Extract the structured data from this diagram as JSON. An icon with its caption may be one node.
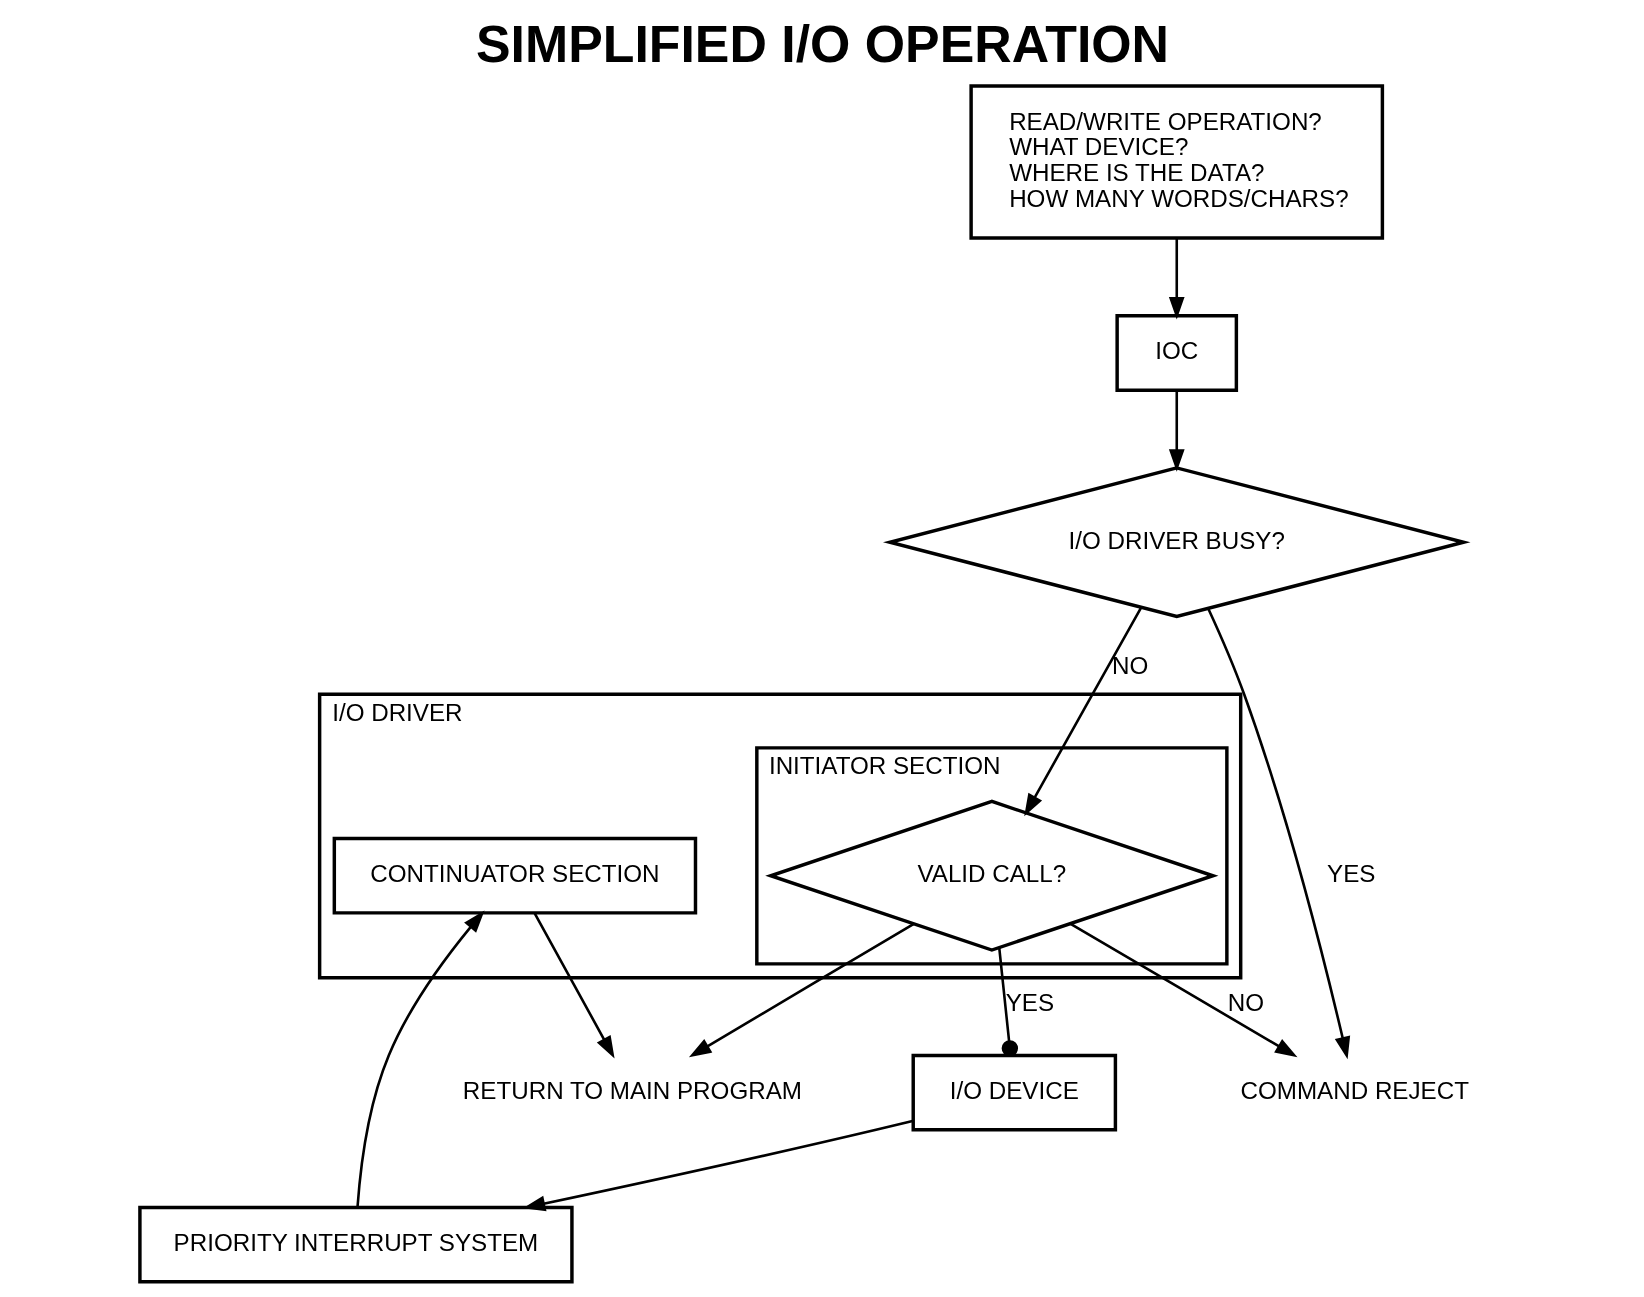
{
  "diagram": {
    "title": "SIMPLIFIED I/O OPERATION",
    "nodes": [
      {
        "text": [
          "READ/WRITE OPERATION?",
          "WHAT DEVICE?",
          "WHERE IS THE DATA?",
          "HOW MANY WORDS/CHARS?"
        ]
      },
      {
        "text": [
          "IOC"
        ]
      },
      {
        "text": [
          "I/O DRIVER BUSY?"
        ]
      },
      {
        "text": [
          "I/O DRIVER"
        ]
      },
      {
        "text": [
          "INITIATOR SECTION"
        ],
        "in": 3
      },
      {
        "text": [
          "VALID CALL?"
        ],
        "in": 4
      },
      {
        "text": [
          "CONTINUATOR SECTION"
        ],
        "in": 3
      },
      {
        "text": [
          "I/O DEVICE"
        ]
      },
      {
        "text": [
          "PRIORITY INTERRUPT SYSTEM"
        ]
      },
      {
        "text": [
          "COMMAND REJECT"
        ]
      },
      {
        "text": [
          "RETURN TO MAIN PROGRAM"
        ]
      }
    ],
    "edges": [
      {
        "from": 0,
        "to": 1,
        "arrow": "to"
      },
      {
        "from": 1,
        "to": 2,
        "arrow": "to"
      },
      {
        "from": 2,
        "to": 5,
        "arrow": "to",
        "label": "NO"
      },
      {
        "from": 2,
        "to": 9,
        "arrow": "to",
        "label": "YES"
      },
      {
        "from": 5,
        "to": 9,
        "arrow": "to",
        "label": "NO"
      },
      {
        "from": 5,
        "to": 7,
        "arrow": "other",
        "label": "YES"
      },
      {
        "from": 5,
        "to": 10,
        "arrow": "to"
      },
      {
        "from": 6,
        "to": 10,
        "arrow": "to"
      },
      {
        "from": 7,
        "to": 8,
        "arrow": "to"
      },
      {
        "from": 8,
        "to": 6,
        "arrow": "to"
      }
    ]
  }
}
